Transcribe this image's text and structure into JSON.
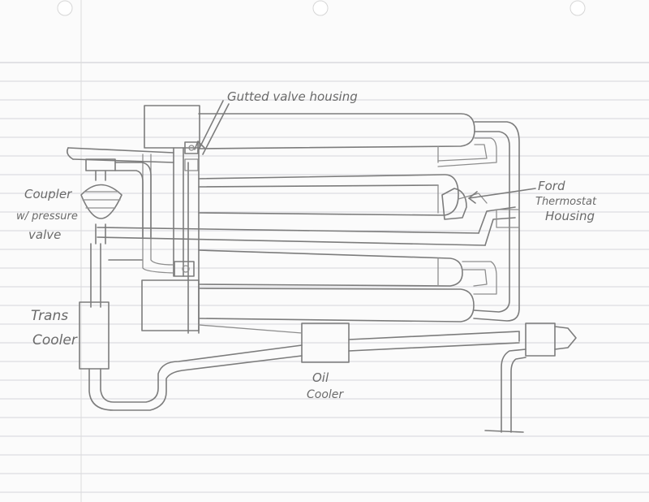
{
  "labels": {
    "gutted_valve_housing": "Gutted valve housing",
    "ford_thermostat_line1": "Ford",
    "ford_thermostat_line2": "Thermostat",
    "ford_thermostat_line3": "Housing",
    "coupler_line1": "Coupler",
    "coupler_line2": "w/ pressure",
    "coupler_line3": "valve",
    "trans_line1": "Trans",
    "trans_line2": "Cooler",
    "oil_line1": "Oil",
    "oil_line2": "Cooler"
  },
  "colors": {
    "paper": "#fbfbfb",
    "rule_line": "#c8c8d0",
    "margin_line": "#d7d7d7",
    "pencil": "#7c7c7c"
  },
  "icons": [
    "binder-hole-icon"
  ]
}
